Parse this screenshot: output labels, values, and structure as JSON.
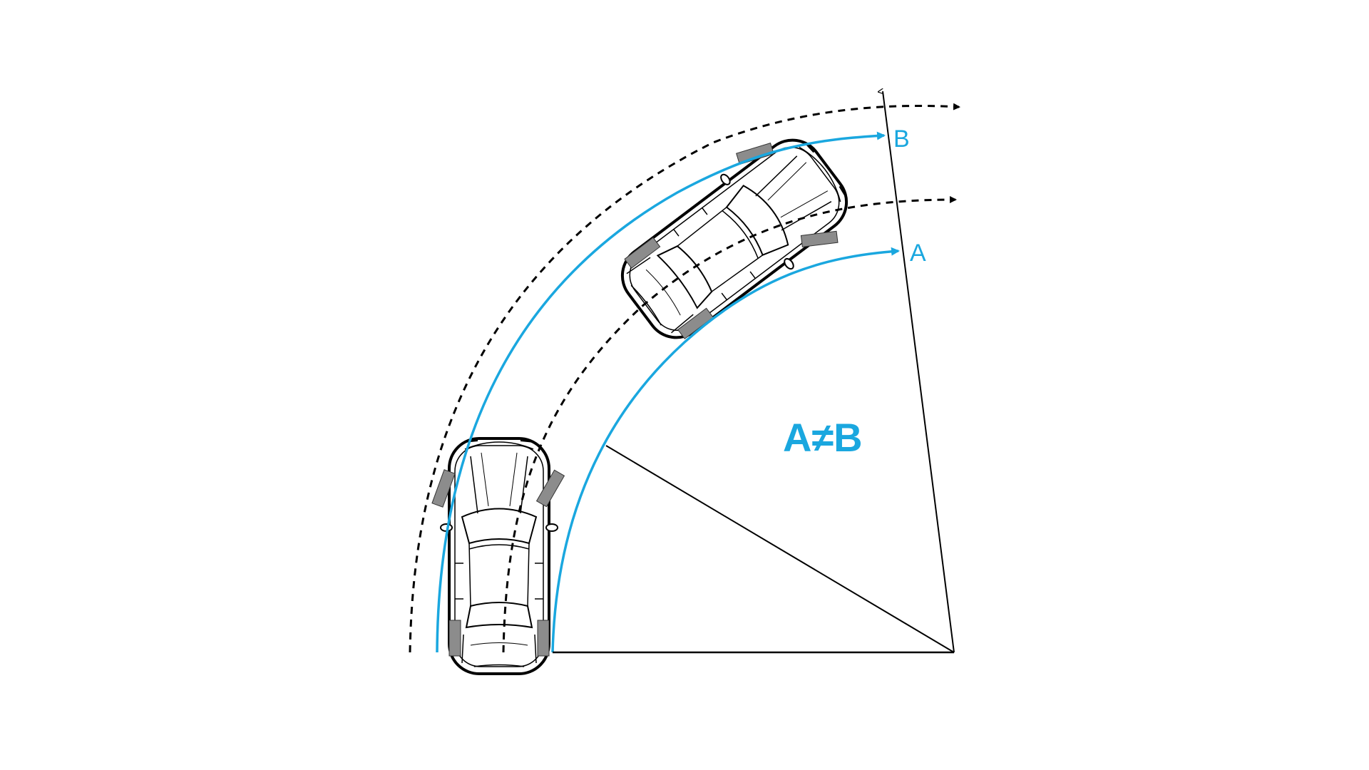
{
  "labels": {
    "path_a": "A",
    "path_b": "B",
    "relation": "A≠B"
  },
  "colors": {
    "accent": "#1aa7df",
    "ink": "#000000",
    "wheel": "#8c8c8c",
    "background": "#ffffff"
  }
}
